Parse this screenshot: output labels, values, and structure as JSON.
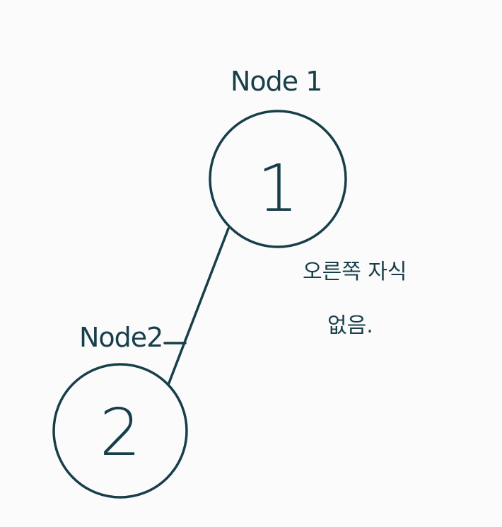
{
  "colors": {
    "background": "#fbfbfb",
    "ink": "#173f4a"
  },
  "nodes": [
    {
      "label": "Node 1",
      "value": "1"
    },
    {
      "label": "Node2",
      "value": "2"
    }
  ],
  "note": {
    "line1": "오른쪽 자식",
    "line2": "없음."
  }
}
